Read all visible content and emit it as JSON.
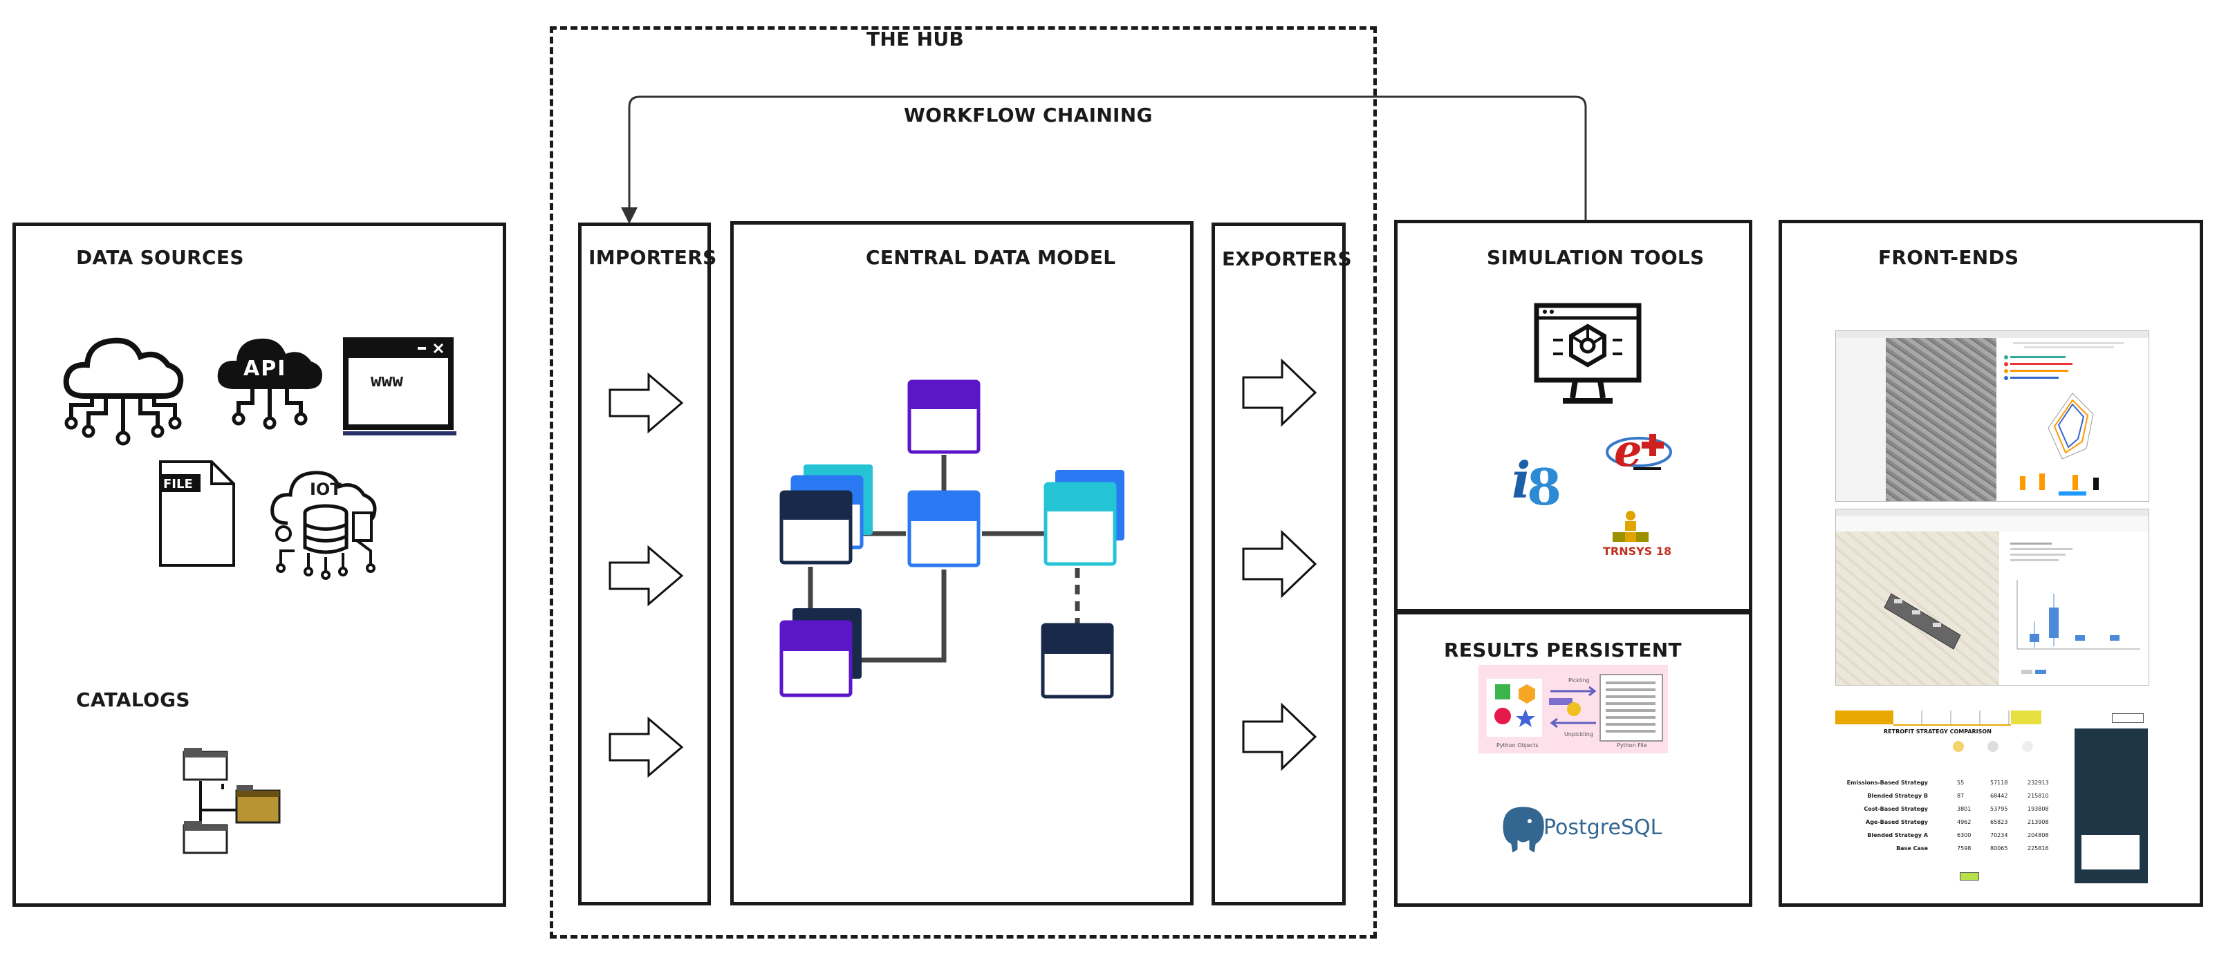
{
  "hub": {
    "title": "THE HUB",
    "workflow_label": "WORKFLOW CHAINING"
  },
  "panels": {
    "data_sources": "DATA SOURCES",
    "catalogs": "CATALOGS",
    "importers": "IMPORTERS",
    "central_model": "CENTRAL DATA MODEL",
    "exporters": "EXPORTERS",
    "simulation_tools": "SIMULATION TOOLS",
    "results": "RESULTS  PERSISTENT",
    "front_ends": "FRONT-ENDS"
  },
  "icons": {
    "api": "API",
    "www": "www",
    "file": "FILE",
    "iot": "IOT",
    "trnsys": "TRNSYS 18",
    "postgres": "PostgreSQL",
    "pickle_top": "Pickling",
    "pickle_bottom": "Unpickling",
    "pickle_left": "Python Objects",
    "pickle_right": "Python File"
  },
  "strategy_table": {
    "title": "RETROFIT STRATEGY COMPARISON",
    "rows": [
      {
        "name": "Emissions-Based Strategy",
        "a": "55",
        "b": "57118",
        "c": "232913"
      },
      {
        "name": "Blended Strategy B",
        "a": "87",
        "b": "68442",
        "c": "215810"
      },
      {
        "name": "Cost-Based Strategy",
        "a": "3801",
        "b": "53795",
        "c": "193808"
      },
      {
        "name": "Age-Based Strategy",
        "a": "4962",
        "b": "65823",
        "c": "213908"
      },
      {
        "name": "Blended Strategy A",
        "a": "6300",
        "b": "70234",
        "c": "204808"
      },
      {
        "name": "Base Case",
        "a": "7598",
        "b": "80065",
        "c": "225816"
      }
    ]
  },
  "colors": {
    "border": "#1a1a1a",
    "purple": "#5b16c8",
    "blue": "#2a79f3",
    "cyan": "#24c4d4",
    "navy": "#18294a",
    "gold": "#b89432"
  }
}
